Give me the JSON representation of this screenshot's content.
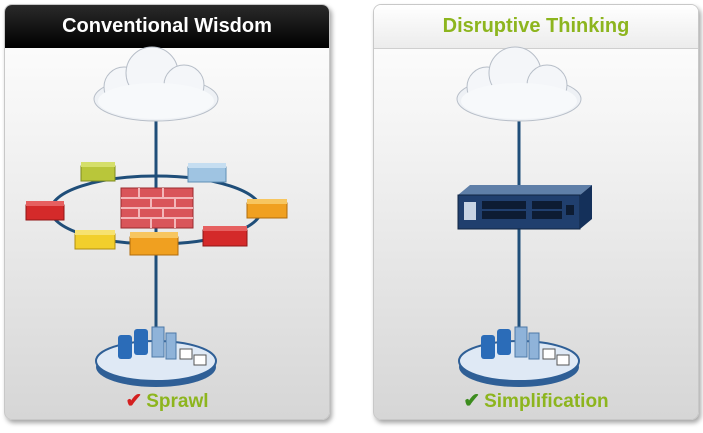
{
  "left": {
    "title": "Conventional Wisdom",
    "caption": "Sprawl",
    "check_color": "#d42020"
  },
  "right": {
    "title": "Disruptive Thinking",
    "caption": "Simplification",
    "check_color": "#3c8c1e"
  },
  "colors": {
    "accent_green": "#8db51e",
    "link_line": "#1f4e79"
  }
}
